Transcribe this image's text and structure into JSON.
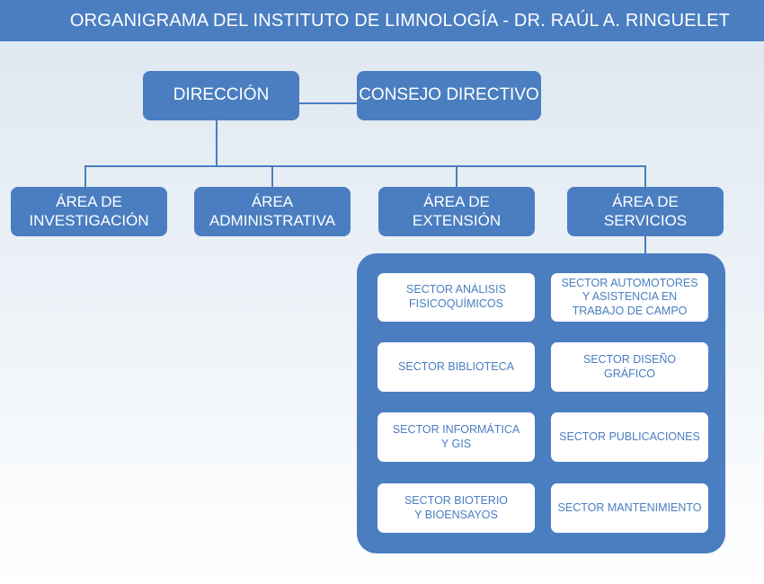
{
  "title": "ORGANIGRAMA DEL INSTITUTO DE LIMNOLOGÍA - DR. RAÚL A. RINGUELET",
  "top": {
    "direccion": "DIRECCIÓN",
    "consejo": "CONSEJO DIRECTIVO"
  },
  "areas": [
    "ÁREA DE\nINVESTIGACIÓN",
    "ÁREA\nADMINISTRATIVA",
    "ÁREA DE\nEXTENSIÓN",
    "ÁREA DE\nSERVICIOS"
  ],
  "sectors": [
    "SECTOR ANÁLISIS\nFISICOQUÍMICOS",
    "SECTOR AUTOMOTORES\nY ASISTENCIA EN\nTRABAJO DE CAMPO",
    "SECTOR BIBLIOTECA",
    "SECTOR DISEÑO\nGRÁFICO",
    "SECTOR INFORMÁTICA\nY GIS",
    "SECTOR PUBLICACIONES",
    "SECTOR BIOTERIO\nY BIOENSAYOS",
    "SECTOR MANTENIMIENTO"
  ],
  "colors": {
    "primary": "#4a7ec1",
    "sector_text": "#4a7ec1",
    "sector_bg": "#ffffff"
  }
}
